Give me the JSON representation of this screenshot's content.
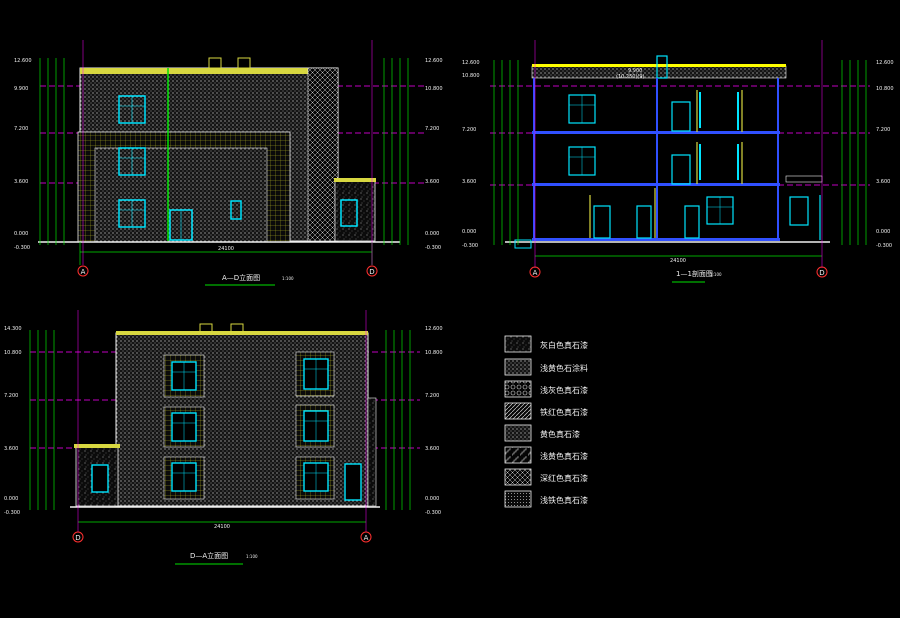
{
  "colors": {
    "background": "#000000",
    "outline": "#f0f0f0",
    "dim": "#00e000",
    "window": "#00e5ff",
    "floor_line": "#ff00ff",
    "fill_yellow": "#d8d840",
    "section_cut": "#3050ff",
    "roof_yellow": "#ffff00",
    "axis_red": "#ff3030"
  },
  "drawings": {
    "ad_elevation": {
      "title": "A—D立面图",
      "scale": "1:100",
      "overall_dim": "24100",
      "axis_left": "A",
      "axis_right": "D",
      "levels_left": [
        "12.600",
        "9.900",
        "7.200",
        "3.600",
        "0.000",
        "-0.300"
      ],
      "levels_right": [
        "12.600",
        "10.800",
        "7.200",
        "3.600",
        "0.000",
        "-0.300"
      ]
    },
    "section_11": {
      "title": "1—1剖面图",
      "scale": "1:100",
      "overall_dim": "24100",
      "axis_left": "A",
      "axis_right": "D",
      "top_label": "9.900",
      "top_label_paren": "(10.250)(9)",
      "levels_left": [
        "12.600",
        "10.800",
        "7.200",
        "3.600",
        "0.000",
        "-0.300"
      ],
      "levels_right": [
        "12.600",
        "10.800",
        "7.200",
        "3.600",
        "0.000",
        "-0.300"
      ]
    },
    "da_elevation": {
      "title": "D—A立面图",
      "scale": "1:100",
      "overall_dim": "24100",
      "axis_left": "D",
      "axis_right": "A",
      "levels_left": [
        "14.300",
        "10.800",
        "7.200",
        "3.600",
        "0.000",
        "-0.300"
      ],
      "levels_right": [
        "12.600",
        "10.800",
        "7.200",
        "3.600",
        "0.000",
        "-0.300"
      ]
    }
  },
  "legend": [
    {
      "label": "灰白色真石漆",
      "pattern": "dots"
    },
    {
      "label": "浅黄色石涂料",
      "pattern": "dense"
    },
    {
      "label": "浅灰色真石漆",
      "pattern": "circles"
    },
    {
      "label": "铁红色真石漆",
      "pattern": "hatch"
    },
    {
      "label": "黄色真石漆",
      "pattern": "dense"
    },
    {
      "label": "浅黄色真石漆",
      "pattern": "stairs"
    },
    {
      "label": "深红色真石漆",
      "pattern": "cross"
    },
    {
      "label": "浅铁色真石漆",
      "pattern": "fine"
    }
  ]
}
